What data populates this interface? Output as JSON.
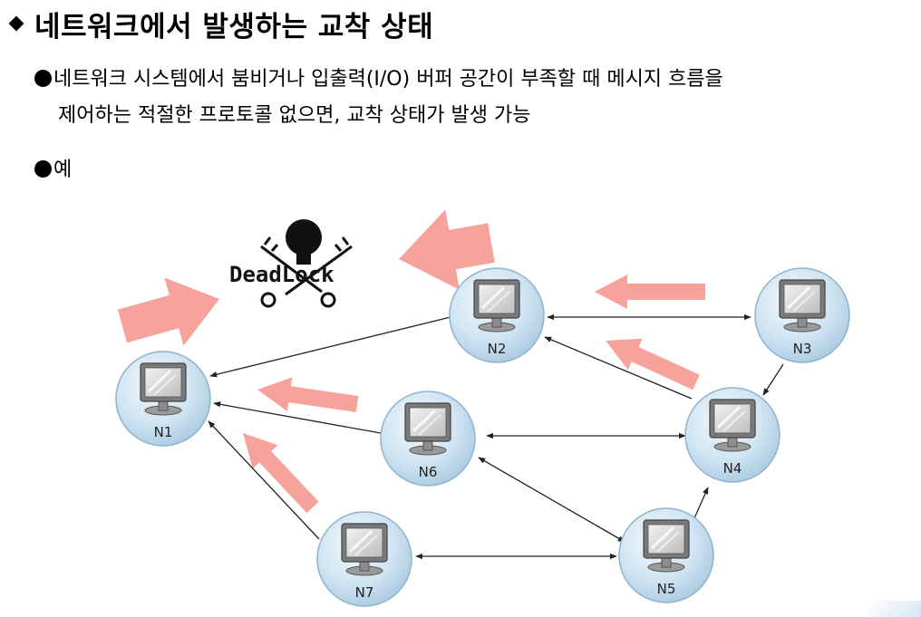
{
  "title": "네트워크에서 발생하는 교착 상태",
  "bullets": [
    {
      "line1": "네트워크 시스템에서 붐비거나 입출력(I/O) 버퍼 공간이 부족할 때 메시지 흐름을",
      "line2": "제어하는 적절한 프로토콜 없으면, 교착 상태가 발생 가능"
    },
    {
      "text": "예"
    }
  ],
  "diagram": {
    "deadlock_logo_text": "DeadLock",
    "nodes": [
      "N1",
      "N2",
      "N3",
      "N4",
      "N5",
      "N6",
      "N7"
    ],
    "links": [
      {
        "from": "N2",
        "to": "N1",
        "direction": "one-way"
      },
      {
        "from": "N6",
        "to": "N1",
        "direction": "one-way"
      },
      {
        "from": "N7",
        "to": "N1",
        "direction": "one-way"
      },
      {
        "from": "N2",
        "to": "N3",
        "direction": "two-way"
      },
      {
        "from": "N3",
        "to": "N4",
        "direction": "one-way"
      },
      {
        "from": "N4",
        "to": "N2",
        "direction": "one-way"
      },
      {
        "from": "N6",
        "to": "N4",
        "direction": "two-way"
      },
      {
        "from": "N6",
        "to": "N5",
        "direction": "two-way"
      },
      {
        "from": "N7",
        "to": "N5",
        "direction": "two-way"
      },
      {
        "from": "N5",
        "to": "N4",
        "direction": "one-way"
      }
    ],
    "colors": {
      "flow_arrow": "#f7a39c",
      "node_fill": "#cfe4f2",
      "node_edge": "#8fb3cc",
      "link": "#222222"
    }
  }
}
